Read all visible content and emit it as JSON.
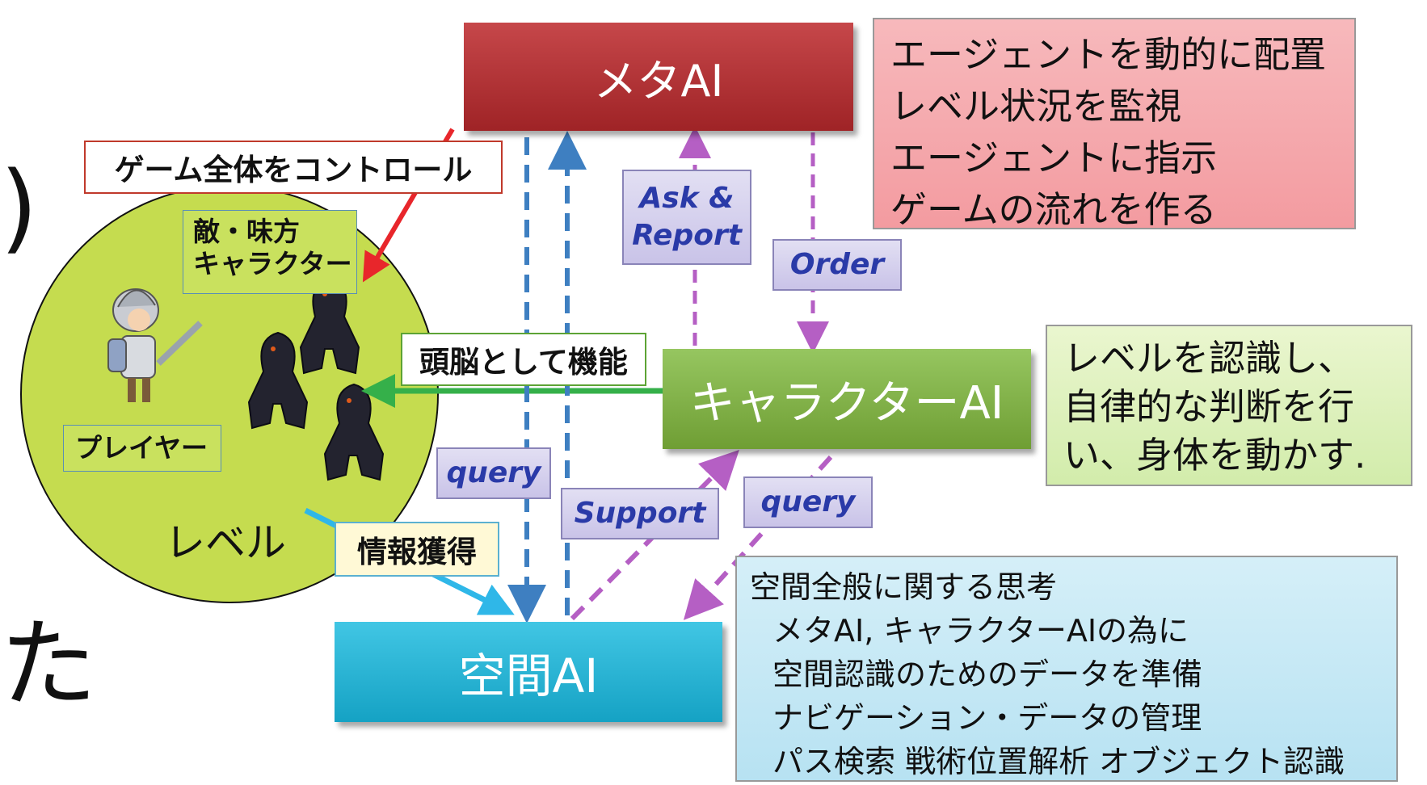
{
  "nodes": {
    "meta_ai": "メタAI",
    "character_ai": "キャラクターAI",
    "space_ai": "空間AI"
  },
  "notes": {
    "meta": [
      "エージェントを動的に配置",
      "レベル状況を監視",
      "エージェントに指示",
      "ゲームの流れを作る"
    ],
    "character": [
      "レベルを認識し、",
      "自律的な判断を行",
      "い、身体を動かす."
    ],
    "space": [
      "空間全般に関する思考",
      "メタAI, キャラクターAIの為に",
      "空間認識のためのデータを準備",
      "ナビゲーション・データの管理",
      "パス検索 戦術位置解析 オブジェクト認識"
    ]
  },
  "edge_labels": {
    "ask_report": "Ask & Report",
    "order": "Order",
    "query_left": "query",
    "support": "Support",
    "query_right": "query"
  },
  "callouts": {
    "control": "ゲーム全体をコントロール",
    "brain": "頭脳として機能",
    "info": "情報獲得"
  },
  "level": {
    "enemy_ally": [
      "敵・味方",
      "キャラクター"
    ],
    "player": "プレイヤー",
    "level": "レベル"
  },
  "side_glyphs": [
    ")",
    "た"
  ],
  "colors": {
    "meta_ai": "#b1302f",
    "character_ai": "#7fae45",
    "space_ai": "#26b2d4",
    "level_circle": "#c5dc4f",
    "dashed_blue": "#3e7fc1",
    "dashed_purple": "#b55fc4",
    "arrow_red": "#e8262b",
    "arrow_green": "#35b04a",
    "arrow_cyan": "#2fb7e8"
  }
}
